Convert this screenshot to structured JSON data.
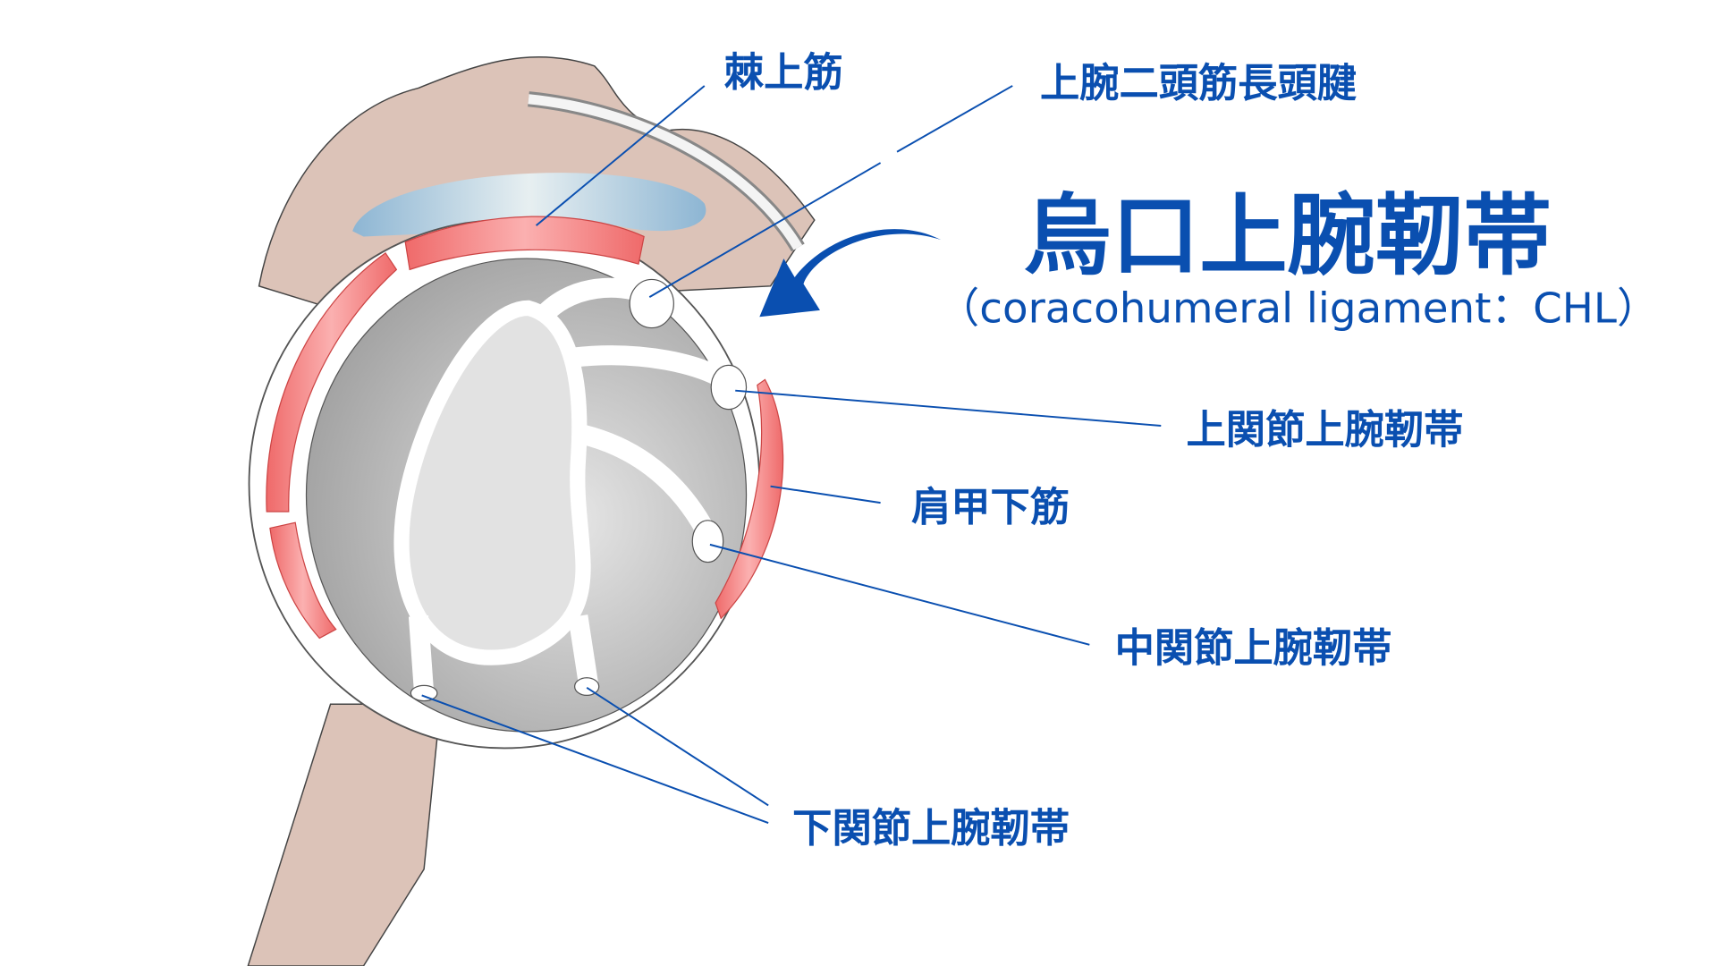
{
  "title": "烏口上腕靭帯",
  "subtitle": "（coracohumeral ligament：CHL）",
  "labels": {
    "supraspinatus": "棘上筋",
    "biceps_long_head": "上腕二頭筋長頭腱",
    "superior_ghl": "上関節上腕靭帯",
    "subscapularis": "肩甲下筋",
    "middle_ghl": "中関節上腕靭帯",
    "inferior_ghl": "下関節上腕靭帯"
  },
  "colors": {
    "text": "#0a4fb0",
    "bone": "#dcc3b8",
    "muscle": "#f47c7c",
    "arrow": "#0a4fb0"
  }
}
